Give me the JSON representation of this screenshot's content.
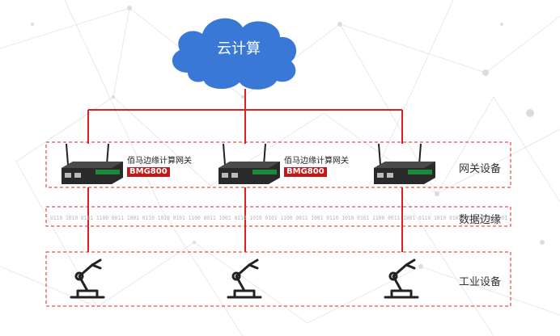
{
  "cloud": {
    "label": "云计算"
  },
  "layers": {
    "gateway": {
      "label": "网关设备"
    },
    "data_edge": {
      "label": "数据边缘"
    },
    "industrial": {
      "label": "工业设备"
    }
  },
  "gateways": [
    {
      "name": "佰马边缘计算网关",
      "model": "BMG800"
    },
    {
      "name": "佰马边缘计算网关",
      "model": "BMG800"
    },
    {
      "name": "",
      "model": ""
    }
  ],
  "data_strip": {
    "text": "0110 1010 0101 1100 0011 1001 0110 1010 0101 1100 0011 1001 0110 1010 0101 1100 0011 1001 0110 1010 0101 1100 0011 1001 0110 1010 0101 1100 0011 1001"
  },
  "colors": {
    "connector": "#e02020",
    "cloud": "#3a78d8",
    "dash_border": "#e02020",
    "device": "#2a2a2a",
    "model_badge": "#c21818"
  },
  "icons": {
    "gateway": "gateway-router-icon",
    "industrial": "robot-arm-icon"
  }
}
